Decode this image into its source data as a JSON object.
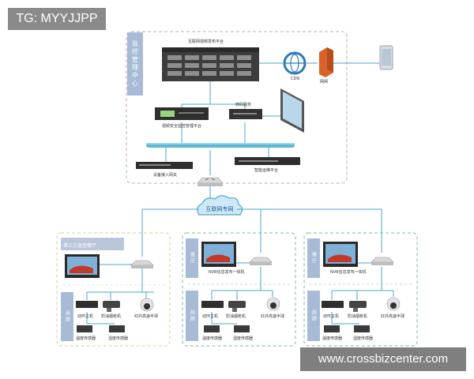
{
  "tag": "TG: MYYJJPP",
  "watermark": "www.crossbizcenter.com",
  "top_region": {
    "vertical_label": "监控管理中心",
    "release_platform": "互联网视频发布平台",
    "cdn": "CDN",
    "gateway": "网闸",
    "security_platform": "视频安全监控管理平台",
    "server": "转码服务",
    "access_gateway": "设备接入网关",
    "ops_platform": "智能运维平台"
  },
  "cloud_label": "互联网专网",
  "sites": [
    {
      "header": "第三方直连餐厅",
      "left_label": "后厨",
      "video_label": "",
      "nvr": "动环主机",
      "cam1": "防油烟枪机",
      "cam2": "红外高速半球",
      "sensor1": "温度传感器",
      "sensor2": "湿度传感器"
    },
    {
      "header": "餐厅",
      "left_label": "后厨",
      "video_label": "NVR信息发布一体机",
      "nvr": "动环主机",
      "cam1": "防油烟枪机",
      "cam2": "红外高速半球",
      "sensor1": "温度传感器",
      "sensor2": "湿度传感器"
    },
    {
      "header": "餐厅",
      "left_label": "后厨",
      "video_label": "NVR信息发布一体机",
      "nvr": "动环主机",
      "cam1": "防油烟枪机",
      "cam2": "红外高速半球",
      "sensor1": "温度传感器",
      "sensor2": "湿度传感器"
    }
  ],
  "colors": {
    "line": "#4aa8c8",
    "top_border": "#c9a7a7",
    "site1_border": "#cfd39a",
    "site2_border": "#7fb9a8",
    "site3_border": "#7fb9a8",
    "label_bg": "#b9c6dc",
    "side_bg": "#a8bbd6"
  }
}
